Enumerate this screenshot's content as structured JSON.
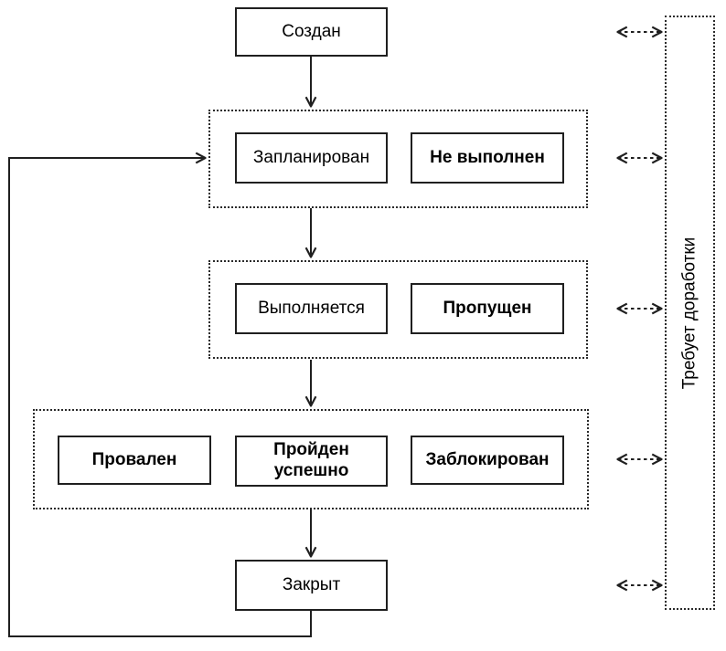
{
  "diagram": {
    "nodes": {
      "created": {
        "label": "Создан",
        "bold": false
      },
      "planned": {
        "label": "Запланирован",
        "bold": false
      },
      "not_executed": {
        "label": "Не выполнен",
        "bold": true
      },
      "in_progress": {
        "label": "Выполняется",
        "bold": false
      },
      "skipped": {
        "label": "Пропущен",
        "bold": true
      },
      "failed": {
        "label": "Провален",
        "bold": true
      },
      "passed": {
        "label": "Пройден успешно",
        "bold": true
      },
      "blocked": {
        "label": "Заблокирован",
        "bold": true
      },
      "closed": {
        "label": "Закрыт",
        "bold": false
      }
    },
    "side_panel": {
      "label": "Требует доработки"
    },
    "edges": {
      "flow": [
        "created -> planned/not_executed",
        "planned/not_executed -> in_progress/skipped",
        "in_progress/skipped -> failed/passed/blocked",
        "failed/passed/blocked -> closed",
        "closed -> planned/not_executed (feedback loop)"
      ],
      "bidirectional_dashed": [
        "created <-> rework-panel",
        "planned-group <-> rework-panel",
        "in-progress-group <-> rework-panel",
        "result-group <-> rework-panel",
        "closed <-> rework-panel"
      ]
    },
    "colors": {
      "line": "#1f1f1f",
      "node_border": "#1f1f1f",
      "node_fill": "#ffffff",
      "text": "#000000",
      "background": "#ffffff"
    }
  }
}
